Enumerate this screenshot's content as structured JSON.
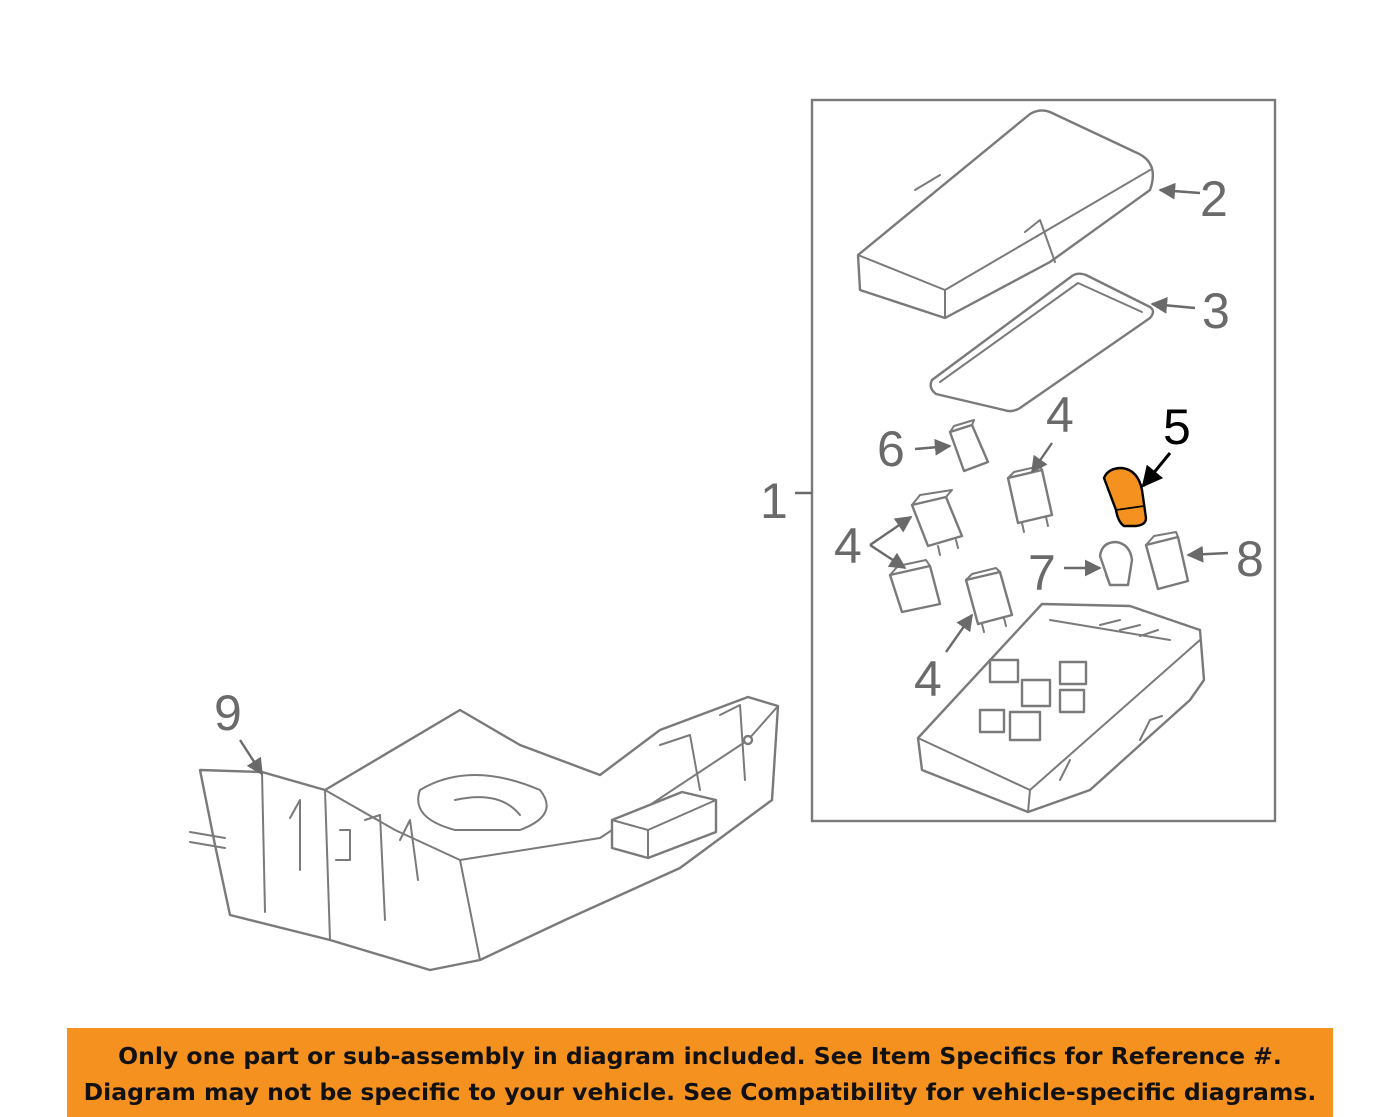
{
  "diagram": {
    "highlight_color": "#f5921f",
    "callouts": {
      "c1": "1",
      "c2": "2",
      "c3": "3",
      "c4a": "4",
      "c4b": "4",
      "c4c": "4",
      "c5": "5",
      "c6": "6",
      "c7": "7",
      "c8": "8",
      "c9": "9"
    },
    "highlighted_callout": "5"
  },
  "banner": {
    "line1": "Only one part or sub-assembly in diagram included. See Item Specifics for Reference #.",
    "line2": "Diagram may not be specific to your vehicle. See Compatibility for vehicle-specific diagrams.",
    "background": "#f5921f"
  }
}
